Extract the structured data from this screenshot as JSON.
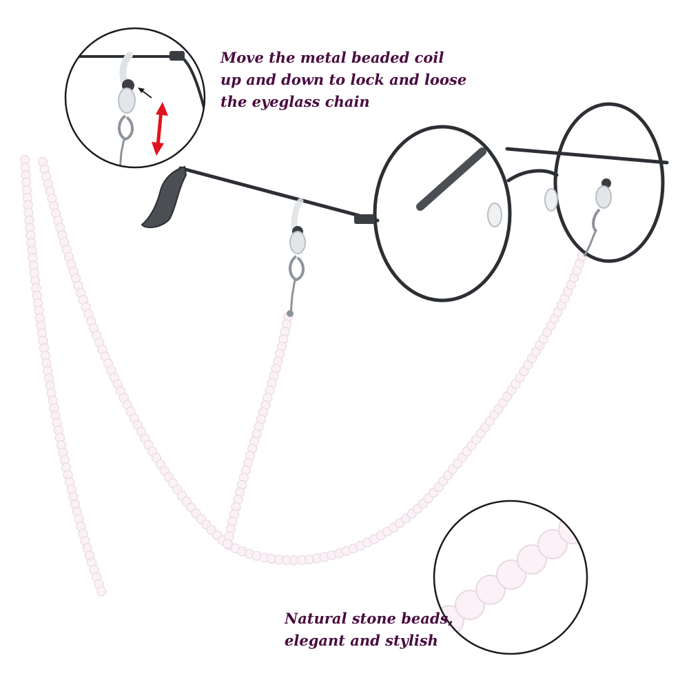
{
  "colors": {
    "background": "#ffffff",
    "caption_text": "#4a0c40",
    "frame_metal": "#2c2f33",
    "bead_fill": "#fbf1f6",
    "bead_stroke": "#e9d8e2",
    "arrow_red": "#e0141c",
    "circle_outline": "#1b1b1b"
  },
  "captions": {
    "coil_lock": {
      "lines": [
        "Move the metal beaded coil",
        "up and down to lock and loose",
        "the eyeglass chain"
      ]
    },
    "beads": {
      "lines": [
        "Natural stone beads,",
        "elegant and stylish"
      ]
    }
  },
  "icons": {
    "direction_arrow": "double-headed-arrow",
    "pointer_arrow": "small-arrow-pointing-to-coil"
  }
}
